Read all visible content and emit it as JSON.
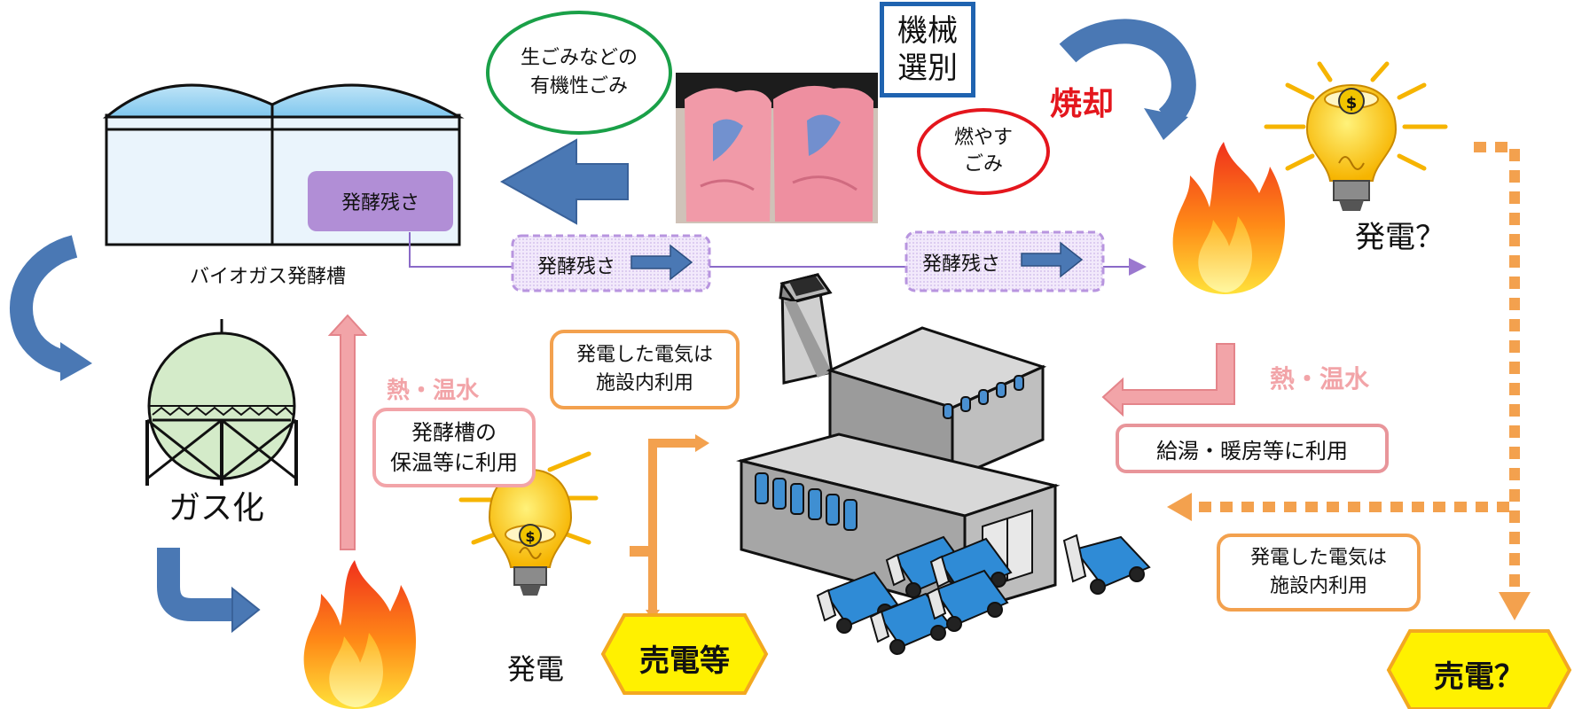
{
  "organic_waste_label": "生ごみなどの\n有機性ごみ",
  "mechanical_sorting_label": "機械\n選別",
  "incineration_label": "焼却",
  "burnable_waste_label": "燃やす\nごみ",
  "power_generation_question_right": "発電？",
  "digestate_label_tank": "発酵残さ",
  "digestate_label_middle": "発酵残さ",
  "digestate_label_right": "発酵残さ",
  "biogas_tank_label": "バイオガス発酵槽",
  "gasification_label": "ガス化",
  "heat_hot_water_left": "熱・温水",
  "heat_hot_water_right": "熱・温水",
  "tank_warming_use": "発酵槽の\n保温等に利用",
  "facility_use_left": "発電した電気は\n施設内利用",
  "facility_use_right": "発電した電気は\n施設内利用",
  "hot_water_heating_use": "給湯・暖房等に利用",
  "power_generation_left": "発電",
  "sell_power_etc": "売電等",
  "sell_power_question": "売電？",
  "colors": {
    "blue_arrow": "#4a78b4",
    "pink_arrow": "#f2a4a8",
    "orange_arrow": "#f3a14e",
    "purple_box": "#b18ed6",
    "green_oval": "#1aa048",
    "red_oval": "#e4161d",
    "sorting_border": "#1f63b0",
    "sell_hexagon": "#fff100"
  }
}
